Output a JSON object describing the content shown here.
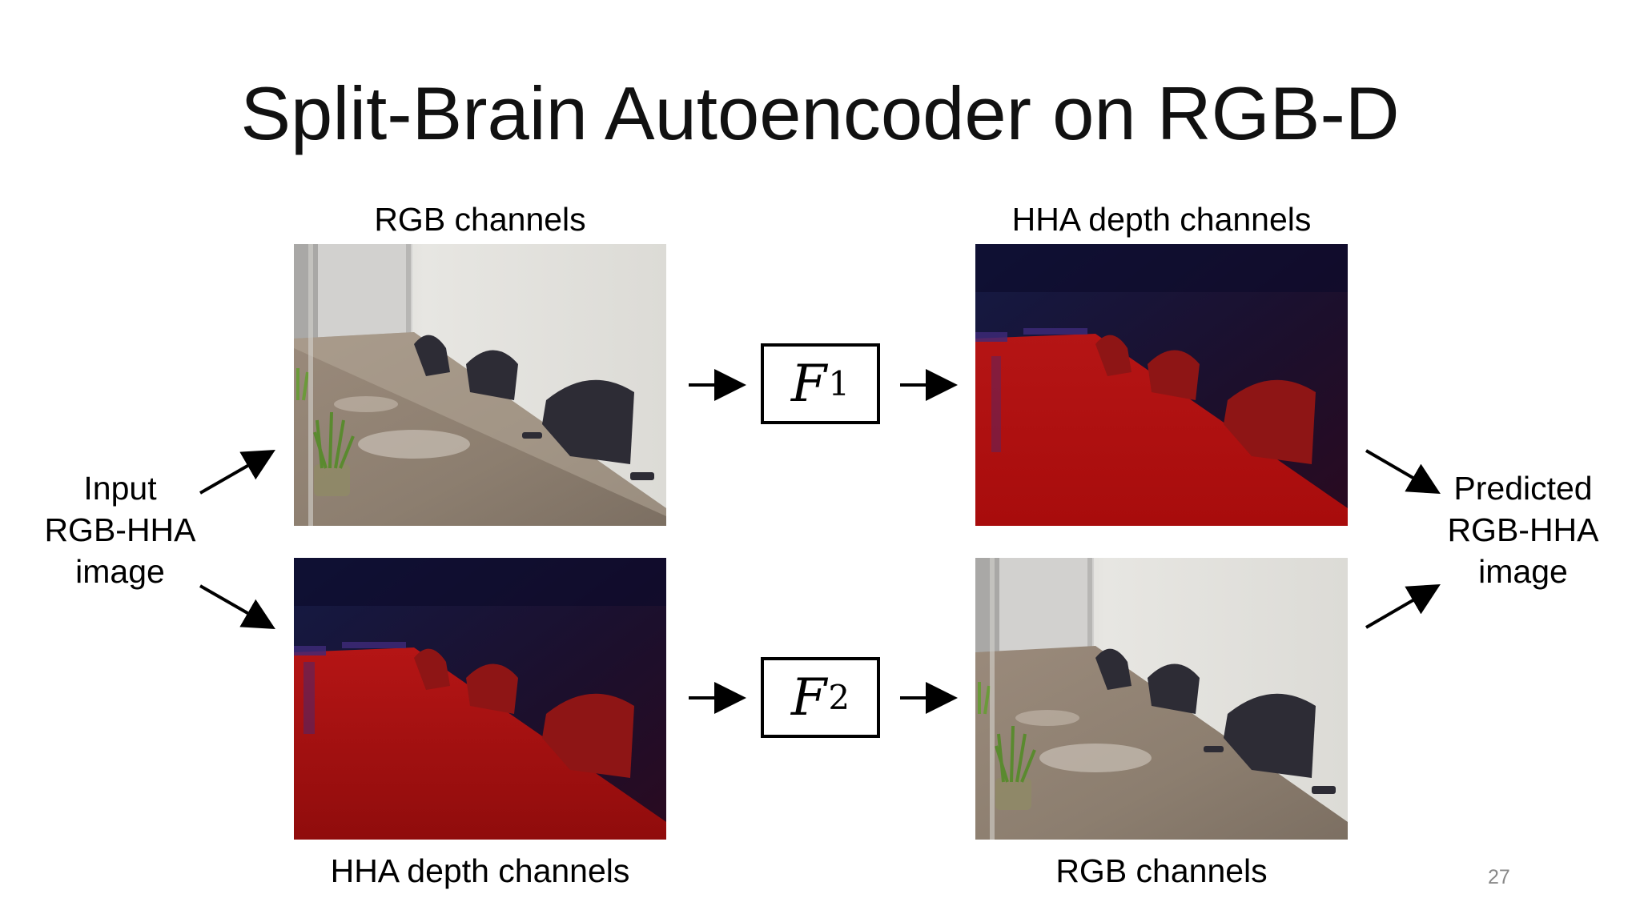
{
  "slide": {
    "title": "Split-Brain Autoencoder on RGB-D",
    "page_number": "27"
  },
  "captions": {
    "top_left": "RGB channels",
    "top_right": "HHA depth channels",
    "bottom_left": "HHA depth channels",
    "bottom_right": "RGB channels"
  },
  "input_label": [
    "Input",
    "RGB-HHA",
    "image"
  ],
  "output_label": [
    "Predicted",
    "RGB-HHA",
    "image"
  ],
  "networks": {
    "f1": {
      "symbol": "F",
      "subscript": "1"
    },
    "f2": {
      "symbol": "F",
      "subscript": "2"
    }
  },
  "colors": {
    "hha_red": "#b10f0f",
    "hha_navy": "#1a0d3a",
    "table_marble": "#8f8172",
    "wall": "#e6e5e1",
    "chair": "#2e2d36"
  }
}
